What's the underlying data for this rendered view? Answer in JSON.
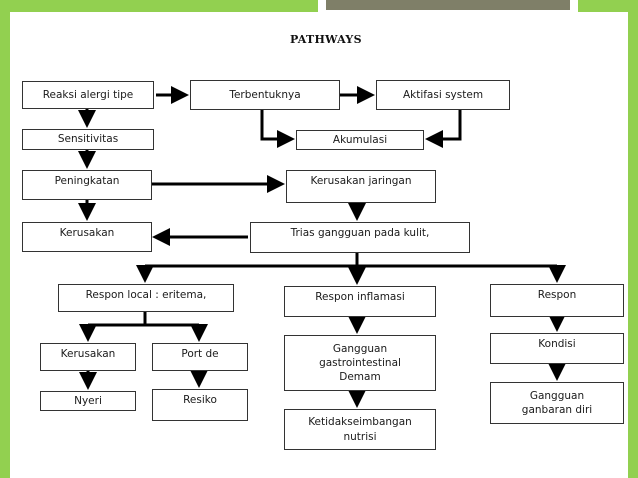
{
  "title": "PATHWAYS",
  "nodes": {
    "reaksi": "Reaksi alergi tipe",
    "terbentuknya": "Terbentuknya",
    "aktifasi": "Aktifasi system",
    "sensitivitas": "Sensitivitas",
    "akumulasi": "Akumulasi",
    "peningkatan": "Peningkatan",
    "kerusakan_jaringan": "Kerusakan jaringan",
    "kerusakan1": "Kerusakan",
    "trias": "Trias gangguan pada kulit,",
    "respon_local": "Respon local : eritema,",
    "respon_inflamasi": "Respon inflamasi",
    "respon": "Respon",
    "kerusakan2": "Kerusakan",
    "port_de": "Port de",
    "gangguan_gi": "Gangguan\ngastrointestinal\nDemam",
    "kondisi": "Kondisi",
    "nyeri": "Nyeri",
    "resiko": "Resiko",
    "ketidak": "Ketidakseimbangan\nnutrisi",
    "gangguan_diri": "Gangguan\nganbaran diri"
  },
  "colors": {
    "background": "#92d050",
    "slide": "#ffffff",
    "accent_bar": "#7f7f68",
    "line": "#000000"
  }
}
